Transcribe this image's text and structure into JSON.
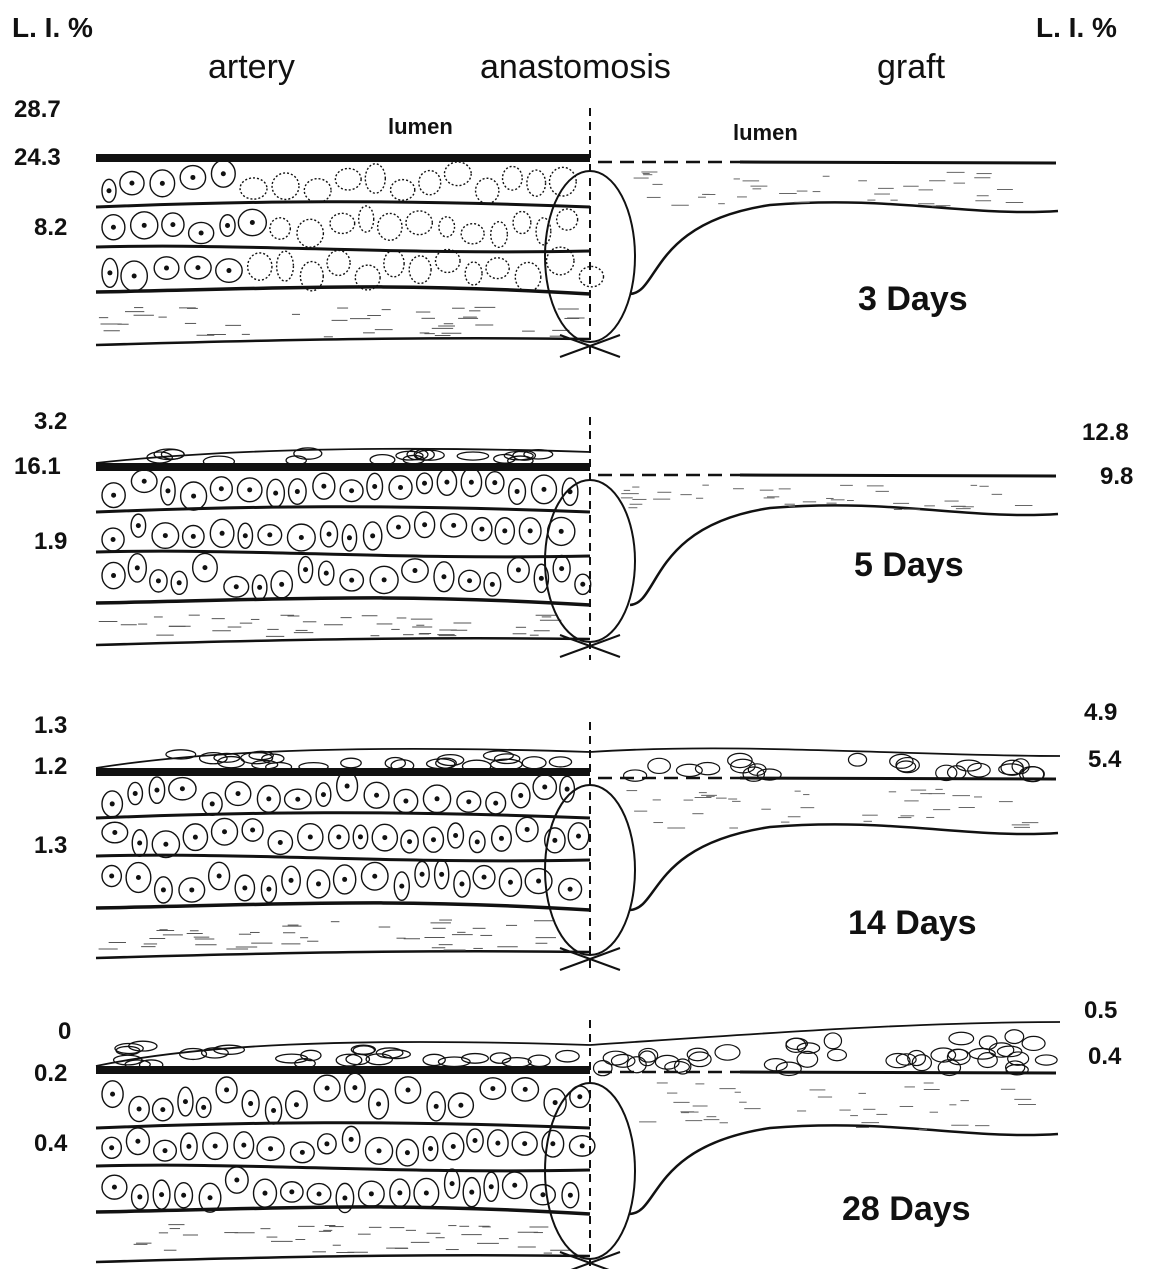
{
  "header": {
    "left_label": "L. I. %",
    "right_label": "L. I. %",
    "columns": [
      "artery",
      "anastomosis",
      "graft"
    ]
  },
  "panels": [
    {
      "title": "3 Days",
      "lumen_labels": [
        "lumen",
        "lumen"
      ],
      "left_values": [
        "28.7",
        "24.3",
        "8.2"
      ],
      "right_values": []
    },
    {
      "title": "5 Days",
      "lumen_labels": [],
      "left_values": [
        "3.2",
        "16.1",
        "1.9"
      ],
      "right_values": [
        "12.8",
        "9.8"
      ]
    },
    {
      "title": "14 Days",
      "lumen_labels": [],
      "left_values": [
        "1.3",
        "1.2",
        "1.3"
      ],
      "right_values": [
        "4.9",
        "5.4"
      ]
    },
    {
      "title": "28 Days",
      "lumen_labels": [],
      "left_values": [
        "0",
        "0.2",
        "0.4"
      ],
      "right_values": [
        "0.5",
        "0.4"
      ]
    }
  ]
}
